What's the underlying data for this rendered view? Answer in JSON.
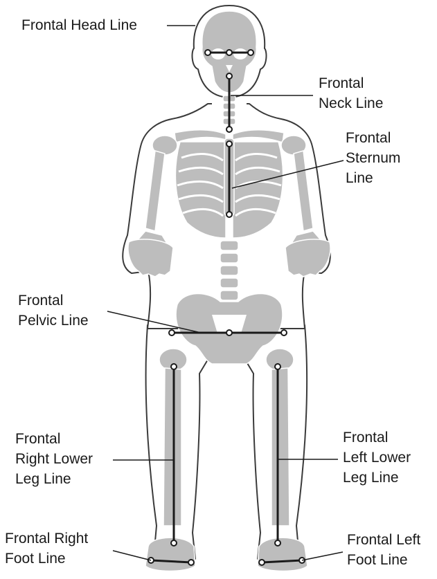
{
  "labels": {
    "head": {
      "lines": [
        "Frontal Head Line"
      ]
    },
    "neck": {
      "lines": [
        "Frontal",
        "Neck Line"
      ]
    },
    "sternum": {
      "lines": [
        "Frontal",
        "Sternum",
        "Line"
      ]
    },
    "pelvic": {
      "lines": [
        "Frontal",
        "Pelvic Line"
      ]
    },
    "right_leg": {
      "lines": [
        "Frontal",
        "Right Lower",
        "Leg Line"
      ]
    },
    "left_leg": {
      "lines": [
        "Frontal",
        "Left Lower",
        "Leg Line"
      ]
    },
    "right_foot": {
      "lines": [
        "Frontal Right",
        "Foot Line"
      ]
    },
    "left_foot": {
      "lines": [
        "Frontal Left",
        "Foot Line"
      ]
    }
  },
  "colors": {
    "body_outline": "#3a3a3a",
    "body_fill": "#ffffff",
    "bone": "#bdbdbd",
    "bone_dark": "#a9a9a9",
    "marker_line": "#1a1a1a",
    "leader_line": "#1a1a1a"
  }
}
